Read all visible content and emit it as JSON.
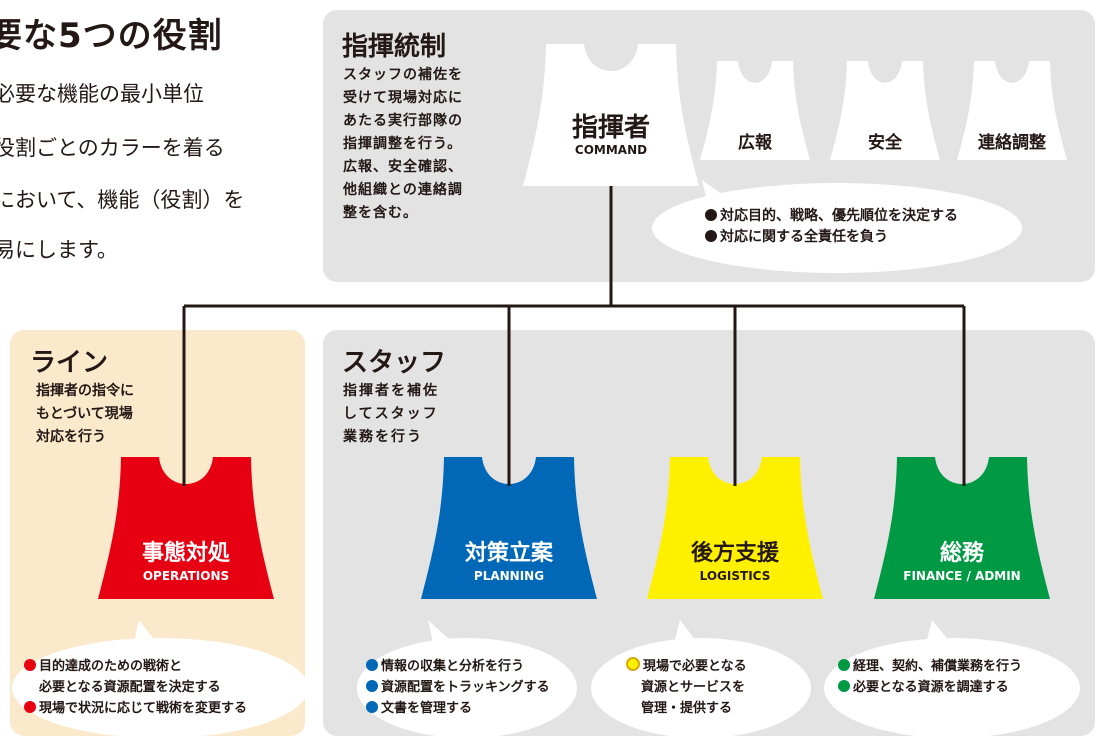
{
  "intro": {
    "title": "要な5つの役割",
    "lines": [
      "必要な機能の最小単位",
      "役割ごとのカラーを着る",
      "において、機能（役割）を",
      "易にします。"
    ]
  },
  "command_section": {
    "title": "指揮統制",
    "description": [
      "スタッフの補佐を",
      "受けて現場対応に",
      "あたる実行部隊の",
      "指揮調整を行う。",
      "広報、安全確認、",
      "他組織との連絡調",
      "整を含む。"
    ],
    "commander": {
      "name": "指揮者",
      "english": "COMMAND"
    },
    "staff_roles": [
      "広報",
      "安全",
      "連絡調整"
    ],
    "bullets": [
      "対応目的、戦略、優先順位を決定する",
      "対応に関する全責任を負う"
    ],
    "bullet_color": "#231815"
  },
  "line_section": {
    "title": "ライン",
    "description": [
      "指揮者の指令に",
      "もとづいて現場",
      "対応を行う"
    ]
  },
  "staff_section": {
    "title": "スタッフ",
    "description": [
      "指揮者を補佐",
      "してスタッフ",
      "業務を行う"
    ]
  },
  "roles": [
    {
      "name": "事態対処",
      "english": "OPERATIONS",
      "color": "#e60012",
      "text_color": "#ffffff",
      "bullets": [
        {
          "text": "目的達成のための戦術と",
          "dot": true
        },
        {
          "text": "必要となる資源配置を決定する",
          "dot": false
        },
        {
          "text": "現場で状況に応じて戦術を変更する",
          "dot": true
        }
      ]
    },
    {
      "name": "対策立案",
      "english": "PLANNING",
      "color": "#0068b7",
      "text_color": "#ffffff",
      "bullets": [
        {
          "text": "情報の収集と分析を行う",
          "dot": true
        },
        {
          "text": "資源配置をトラッキングする",
          "dot": true
        },
        {
          "text": "文書を管理する",
          "dot": true
        }
      ]
    },
    {
      "name": "後方支援",
      "english": "LOGISTICS",
      "color": "#fff000",
      "text_color": "#231815",
      "bullets": [
        {
          "text": "現場で必要となる",
          "dot": true
        },
        {
          "text": "資源とサービスを",
          "dot": false
        },
        {
          "text": "管理・提供する",
          "dot": false
        }
      ]
    },
    {
      "name": "総務",
      "english": "FINANCE / ADMIN",
      "color": "#009944",
      "text_color": "#ffffff",
      "bullets": [
        {
          "text": "経理、契約、補償業務を行う",
          "dot": true
        },
        {
          "text": "必要となる資源を調達する",
          "dot": true
        }
      ]
    }
  ]
}
